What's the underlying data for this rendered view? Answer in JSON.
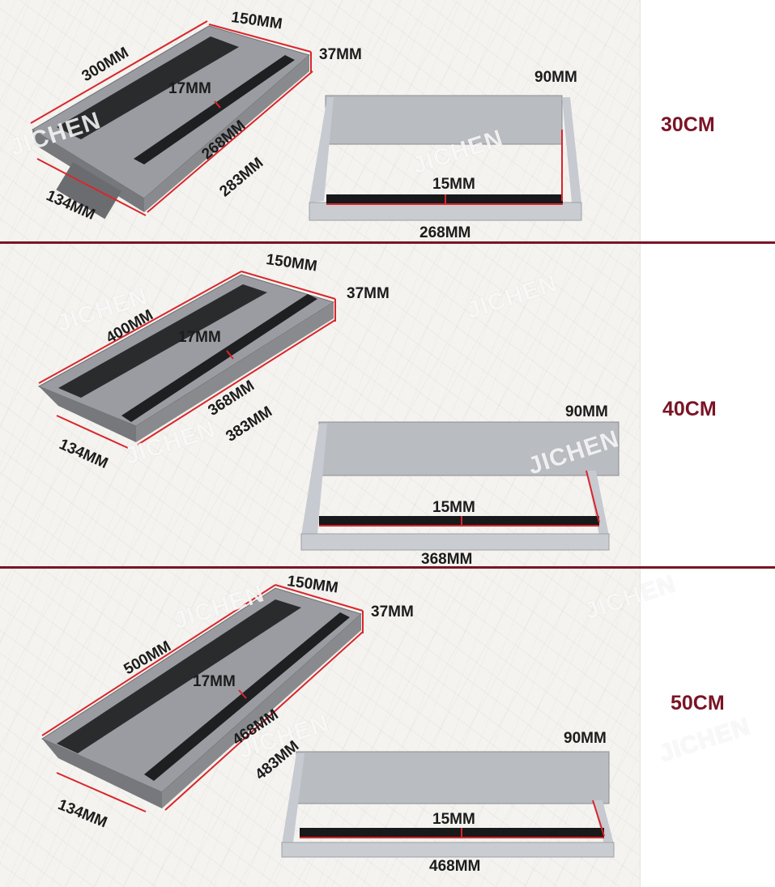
{
  "watermark": "JICHEN",
  "colors": {
    "accent": "#7a1426",
    "measure_line": "#d9262c",
    "body_grey": "#9a9ca1",
    "frame_silver": "#c9ccd1"
  },
  "sections": [
    {
      "size": "30CM",
      "length": "300MM",
      "width_top": "150MM",
      "height": "37MM",
      "slot": "17MM",
      "inner_length": "268MM",
      "outer_length": "283MM",
      "width_bottom": "134MM",
      "lid_depth": "90MM",
      "brush": "15MM",
      "frame_inner": "268MM"
    },
    {
      "size": "40CM",
      "length": "400MM",
      "width_top": "150MM",
      "height": "37MM",
      "slot": "17MM",
      "inner_length": "368MM",
      "outer_length": "383MM",
      "width_bottom": "134MM",
      "lid_depth": "90MM",
      "brush": "15MM",
      "frame_inner": "368MM"
    },
    {
      "size": "50CM",
      "length": "500MM",
      "width_top": "150MM",
      "height": "37MM",
      "slot": "17MM",
      "inner_length": "468MM",
      "outer_length": "483MM",
      "width_bottom": "134MM",
      "lid_depth": "90MM",
      "brush": "15MM",
      "frame_inner": "468MM"
    }
  ]
}
